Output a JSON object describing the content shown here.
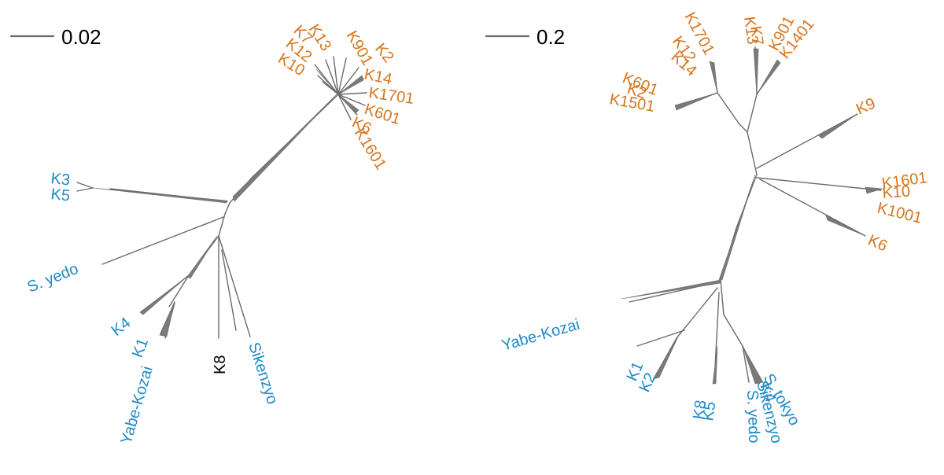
{
  "colors": {
    "blue": "#1f8ac6",
    "orange": "#d4761f",
    "black": "#000000",
    "branch": "#6b6b6b"
  },
  "left_tree": {
    "scale_label": "0.02",
    "labels": {
      "K3": "K3",
      "K5": "K5",
      "s_yedo": "S. yedo",
      "K4": "K4",
      "K1": "K1",
      "yabe_kozai": "Yabe-Kozai",
      "K8": "K8",
      "sikenzyo": "Sikenzyo",
      "K7": "K7",
      "K12": "K12",
      "K13": "K13",
      "K901": "K901",
      "K2": "K2",
      "K14": "K14",
      "K1701": "K1701",
      "K601": "K601",
      "K6": "K6",
      "K1601": "K1601",
      "K10": "K10"
    }
  },
  "right_tree": {
    "scale_label": "0.2",
    "labels": {
      "K1701": "K1701",
      "K12": "K12",
      "K14": "K14",
      "K13": "K13",
      "K7": "K7",
      "K901": "K901",
      "K1401": "K1401",
      "K601": "K601",
      "K2": "K2",
      "K1501": "K1501",
      "K9": "K9",
      "K1601": "K1601",
      "K10": "K10",
      "K1001": "K1001",
      "K6": "K6",
      "yabe_kozai": "Yabe-Kozai",
      "K1": "K1",
      "K2b": "K2",
      "K8": "K8",
      "K5": "K5",
      "K4": "K4",
      "s_tokyo": "S. tokyo",
      "sikenzyo": "Sikenzyo",
      "s_yedo": "S. yedo"
    }
  }
}
